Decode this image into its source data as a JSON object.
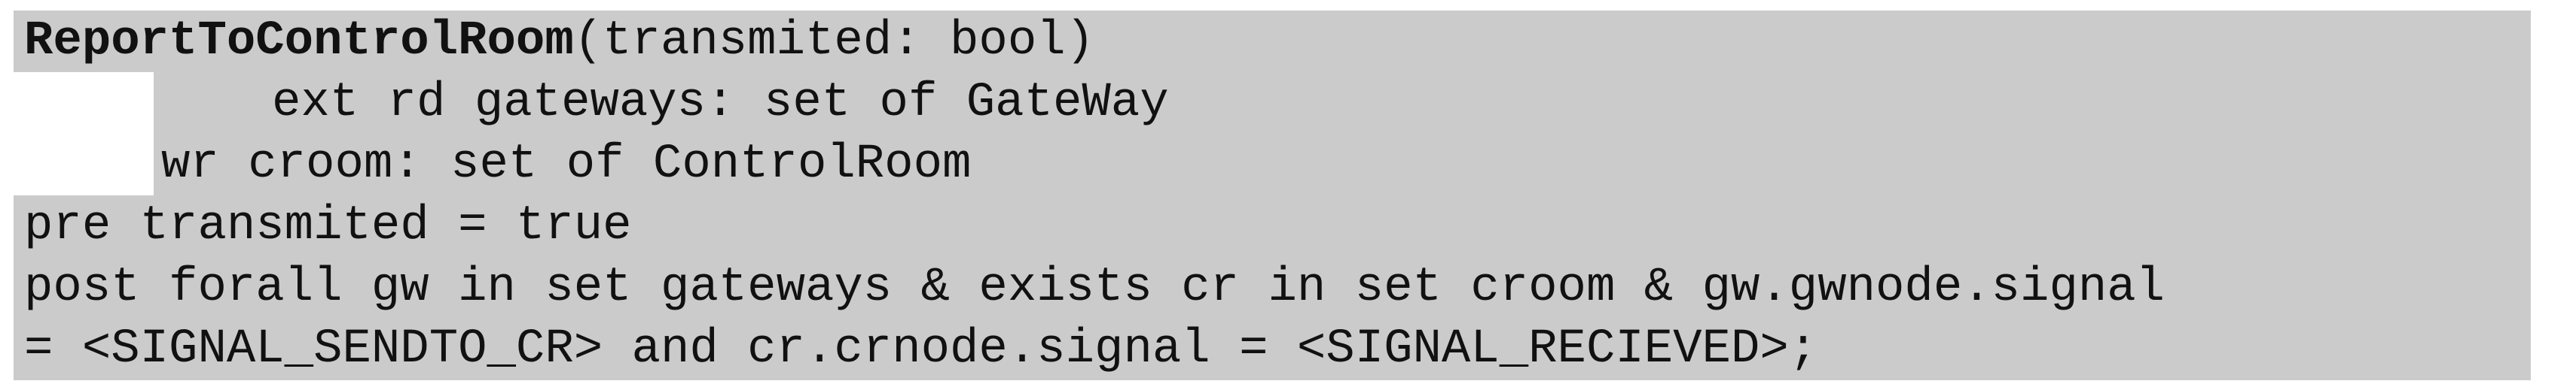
{
  "operation": {
    "name": "ReportToControlRoom",
    "signature": "(transmited: bool)",
    "ext_clause": "ext rd gateways: set of GateWay",
    "wr_clause": "wr croom: set of ControlRoom",
    "pre_clause": "pre transmited = true",
    "post_line_1": "post forall gw in set gateways & exists cr in set croom & gw.gwnode.signal",
    "post_line_2": "= <SIGNAL_SENDTO_CR> and cr.crnode.signal = <SIGNAL_RECIEVED>;"
  },
  "colors": {
    "code_background": "#cbcbcb",
    "page_background": "#ffffff",
    "text": "#111111"
  }
}
